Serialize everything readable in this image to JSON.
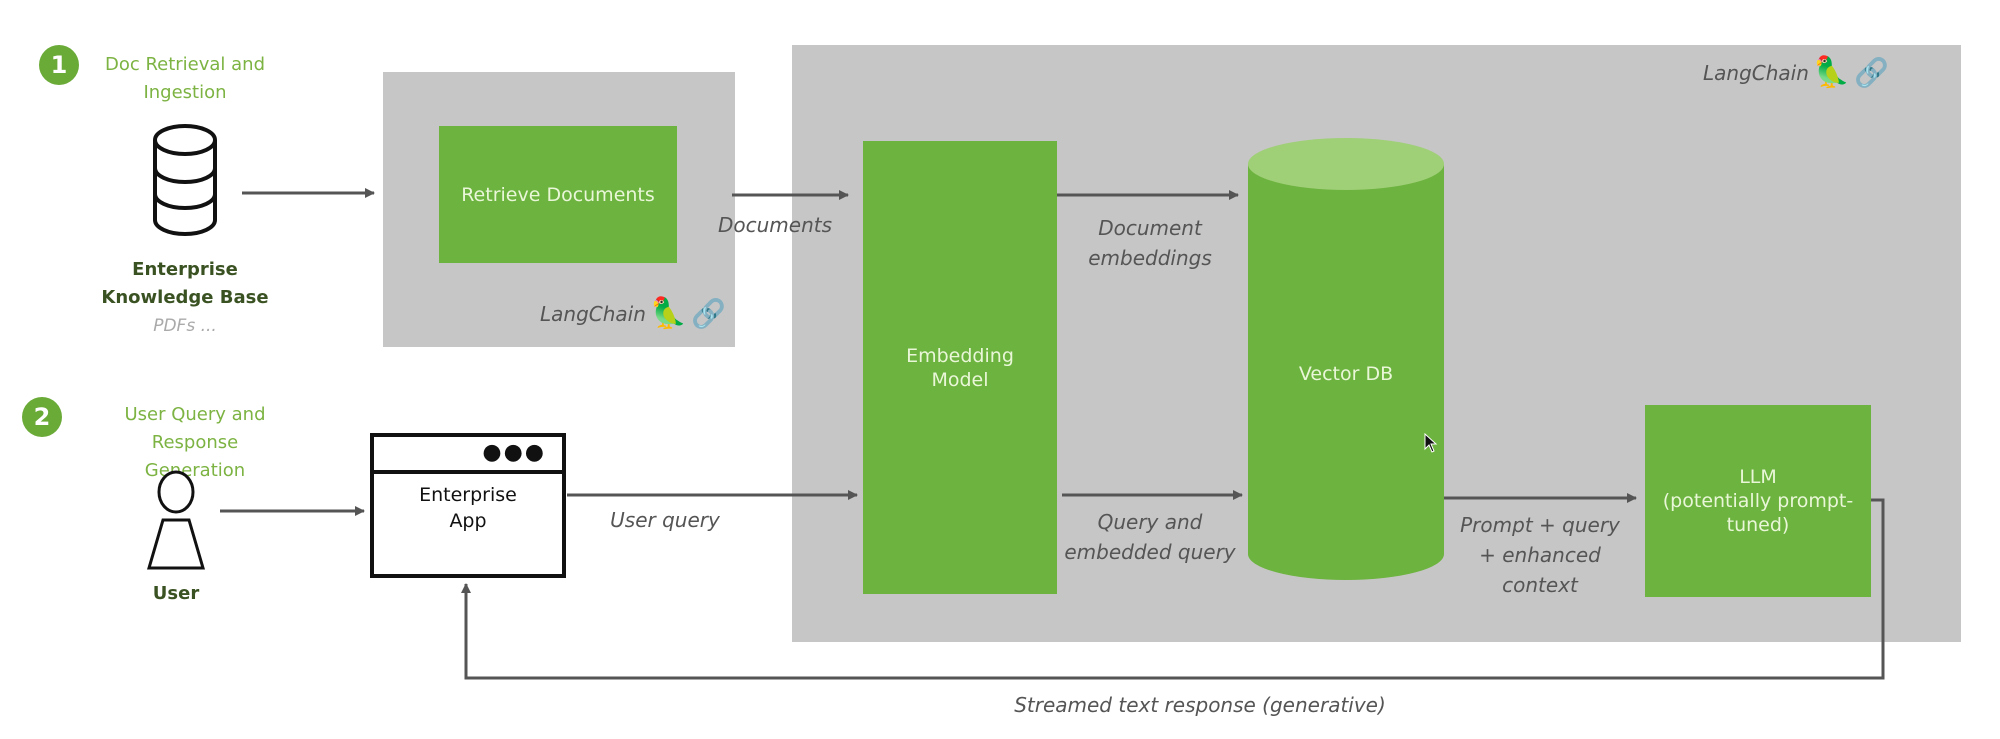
{
  "steps": [
    {
      "number": "1",
      "title_line1": "Doc Retrieval and",
      "title_line2": "Ingestion"
    },
    {
      "number": "2",
      "title_line1": "User Query and Response",
      "title_line2": "Generation"
    }
  ],
  "knowledge_base": {
    "line1": "Enterprise",
    "line2": "Knowledge Base",
    "subtitle": "PDFs ..."
  },
  "user": {
    "label": "User"
  },
  "enterprise_app": {
    "line1": "Enterprise",
    "line2": "App"
  },
  "nodes": {
    "retrieve_documents": "Retrieve Documents",
    "embedding_model_line1": "Embedding",
    "embedding_model_line2": "Model",
    "vector_db": "Vector DB",
    "llm_line1": "LLM",
    "llm_line2": "(potentially prompt-",
    "llm_line3": "tuned)"
  },
  "edge_labels": {
    "documents": "Documents",
    "document_embeddings_line1": "Document",
    "document_embeddings_line2": "embeddings",
    "user_query": "User query",
    "query_embedded_line1": "Query and",
    "query_embedded_line2": "embedded query",
    "prompt_line1": "Prompt + query",
    "prompt_line2": "+ enhanced",
    "prompt_line3": "context",
    "streamed_response": "Streamed text response (generative)"
  },
  "langchain": {
    "label": "LangChain"
  },
  "colors": {
    "green": "#6db33f",
    "panel_gray": "#c6c6c6",
    "step_green": "#7cb342",
    "arrow": "#555555"
  }
}
